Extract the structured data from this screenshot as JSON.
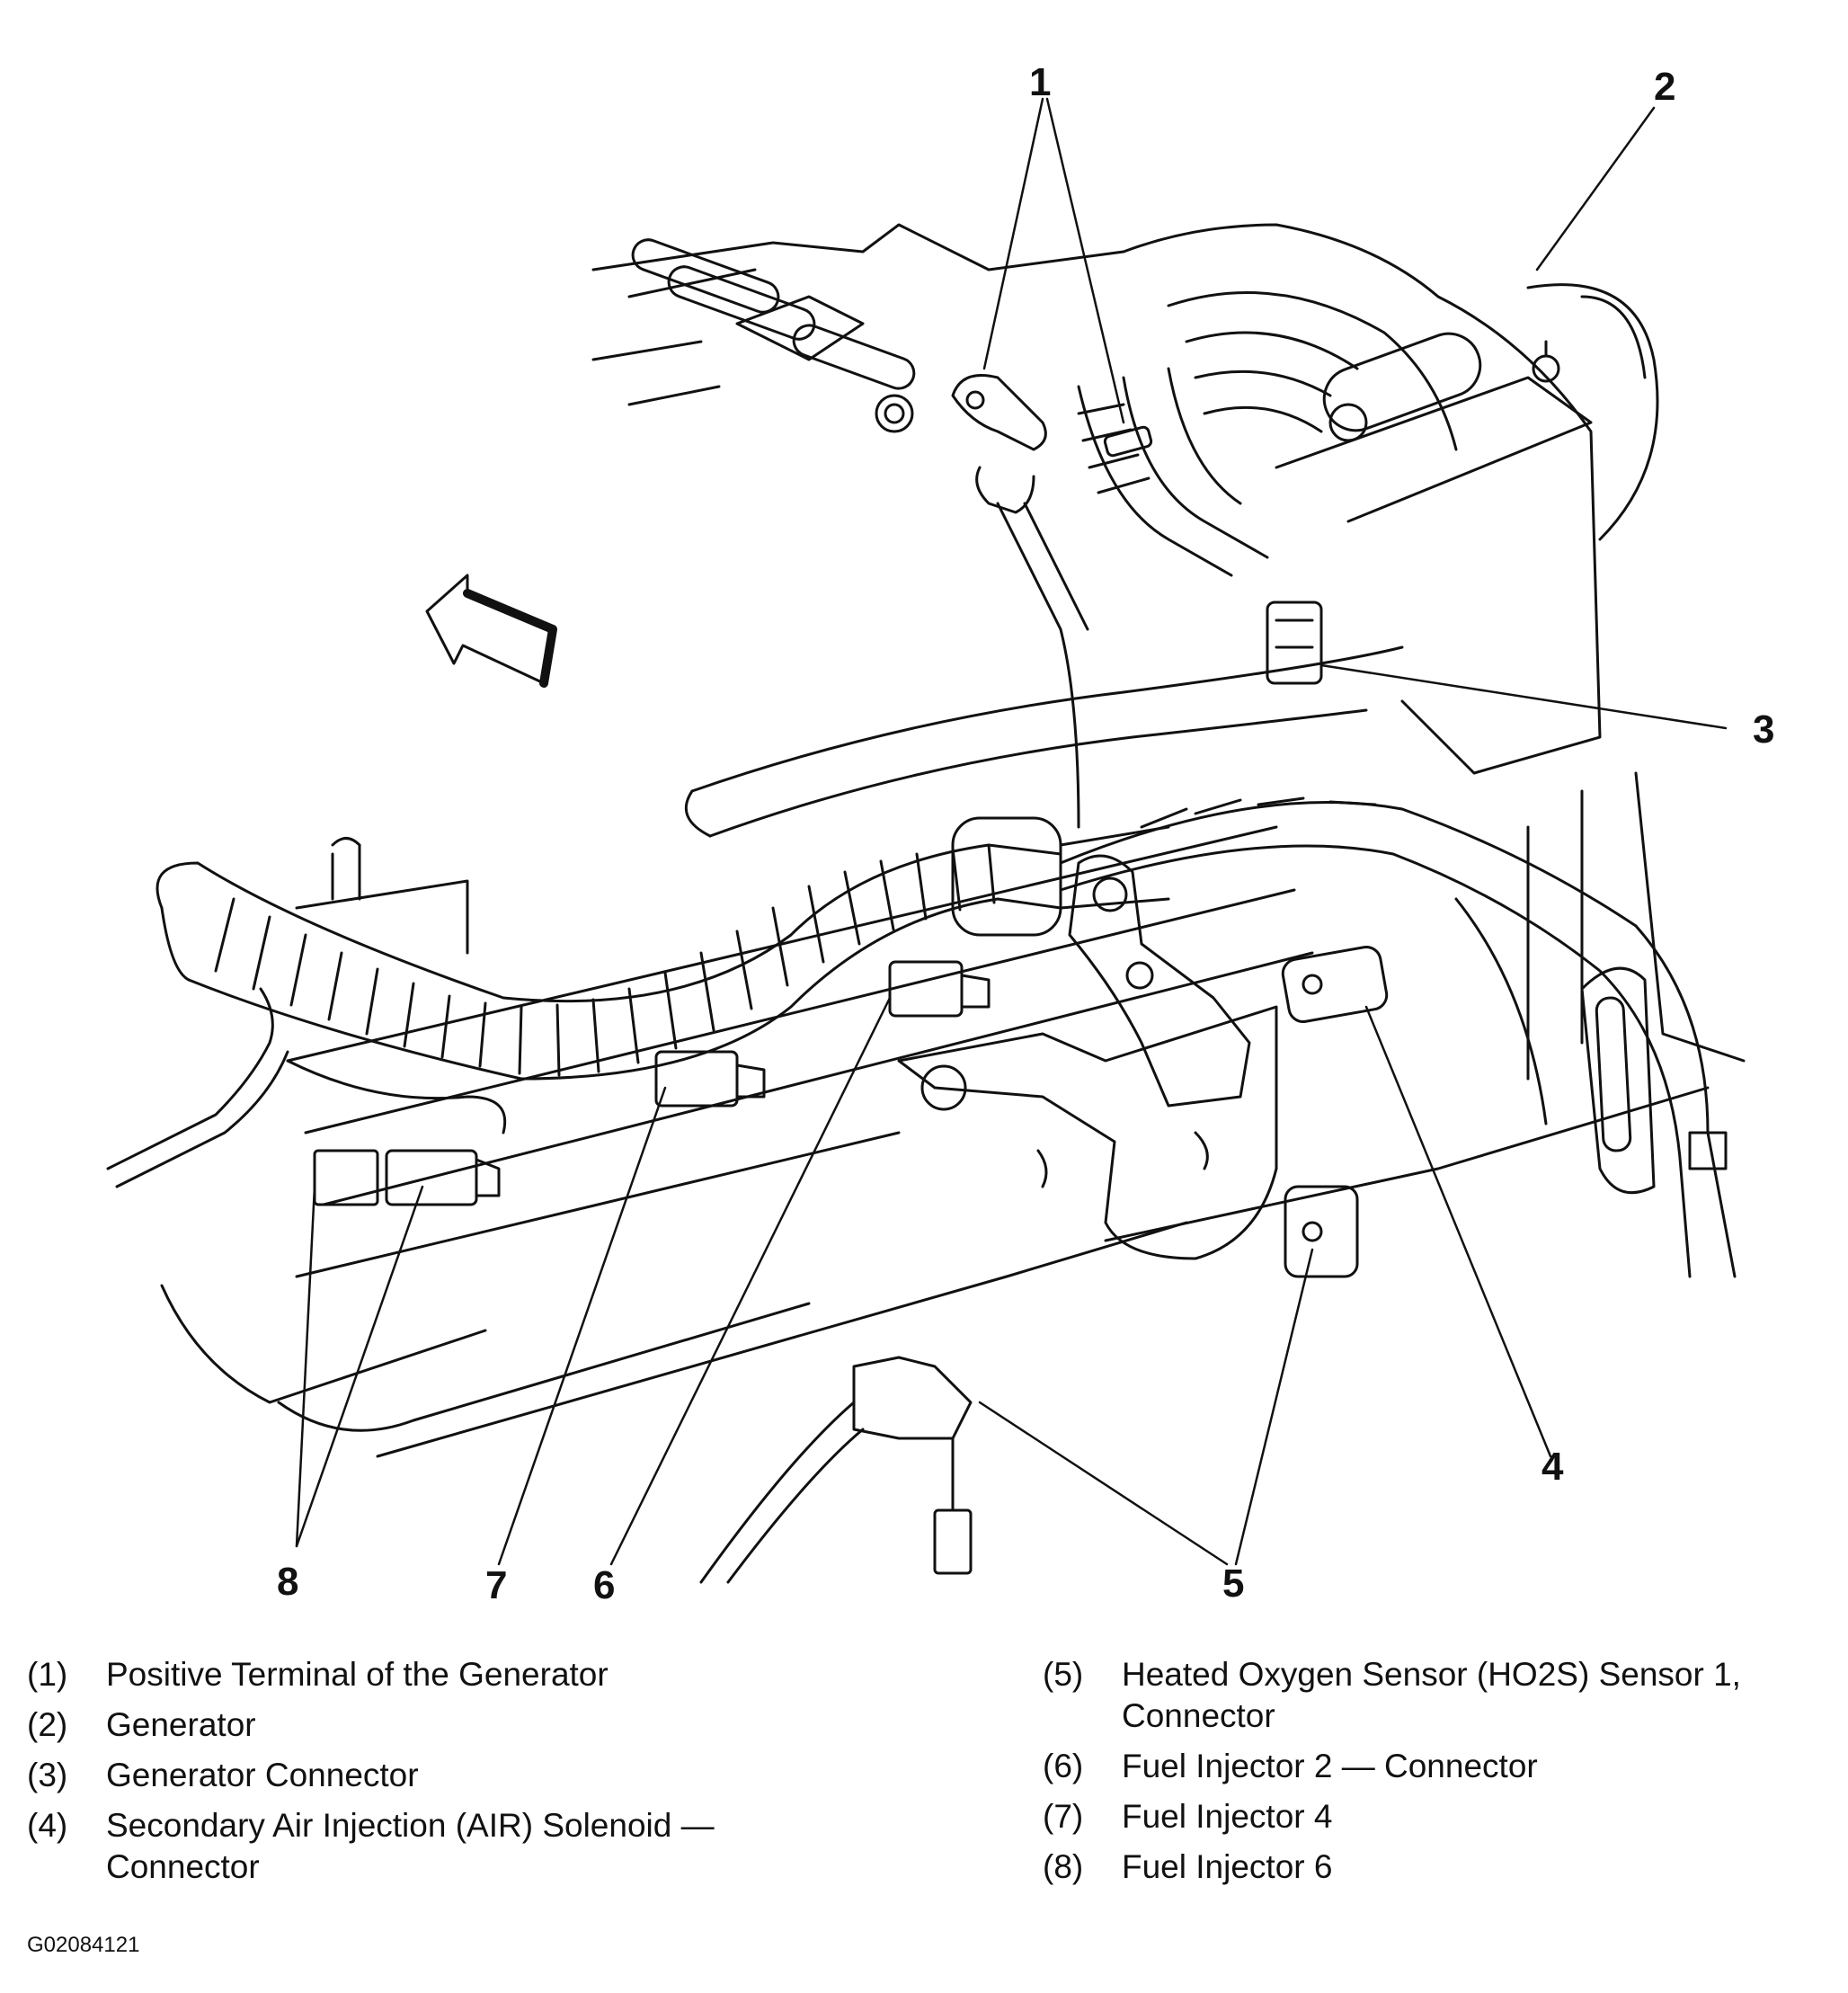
{
  "callouts": {
    "c1": "1",
    "c2": "2",
    "c3": "3",
    "c4": "4",
    "c5": "5",
    "c6": "6",
    "c7": "7",
    "c8": "8"
  },
  "legend": {
    "left": [
      {
        "num": "(1)",
        "text": "Positive Terminal of the Generator"
      },
      {
        "num": "(2)",
        "text": "Generator"
      },
      {
        "num": "(3)",
        "text": "Generator Connector"
      },
      {
        "num": "(4)",
        "text": "Secondary Air Injection (AIR) Solenoid — Connector"
      }
    ],
    "right": [
      {
        "num": "(5)",
        "text": "Heated Oxygen Sensor (HO2S) Sensor 1, Connector"
      },
      {
        "num": "(6)",
        "text": "Fuel Injector 2 — Connector"
      },
      {
        "num": "(7)",
        "text": "Fuel Injector 4"
      },
      {
        "num": "(8)",
        "text": "Fuel Injector 6"
      }
    ]
  },
  "figure_id": "G02084121"
}
